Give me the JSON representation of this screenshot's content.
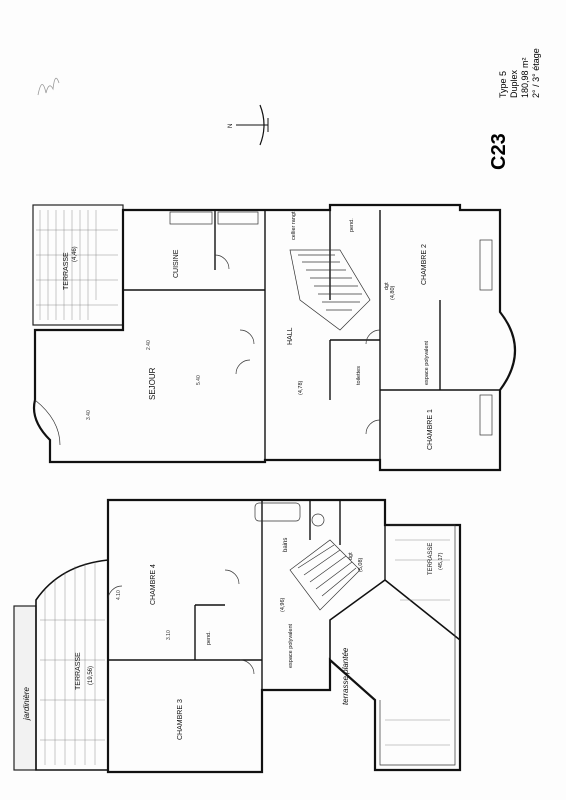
{
  "header": {
    "code": "C23",
    "type": "Type 5",
    "kind": "Duplex",
    "area": "180,98 m²",
    "floors": "2° / 3° étage"
  },
  "compass": {
    "label": "N"
  },
  "upper_plan": {
    "rooms": {
      "terrasse": "TERRASSE",
      "terrasse_area": "(4,46)",
      "cuisine": "CUISINE",
      "sejour": "SEJOUR",
      "hall": "HALL",
      "chambre_2": "CHAMBRE 2",
      "chambre_1": "CHAMBRE 1",
      "toilettes": "toilettes",
      "espace_polyvalent": "espace polyvalent",
      "cellier": "cellier rangt",
      "dgt": "dgt",
      "pend": "pend.",
      "dgt_area": "(4,80)",
      "hall_area": "(4,78)"
    }
  },
  "lower_plan": {
    "rooms": {
      "jardiniere": "jardinière",
      "terrasse": "TERRASSE",
      "terrasse_area": "(19,56)",
      "chambre_4": "CHAMBRE 4",
      "chambre_3": "CHAMBRE 3",
      "bains": "bains",
      "espace_polyvalent": "espace polyvalent",
      "dgt": "dgt",
      "dgt_area": "(5,08)",
      "espace_area": "(4,96)",
      "pend": "pend.",
      "terrasse_plantee": "terrasse plantée",
      "terrasse_right": "TERRASSE",
      "terrasse_right_area": "(45,17)"
    }
  }
}
